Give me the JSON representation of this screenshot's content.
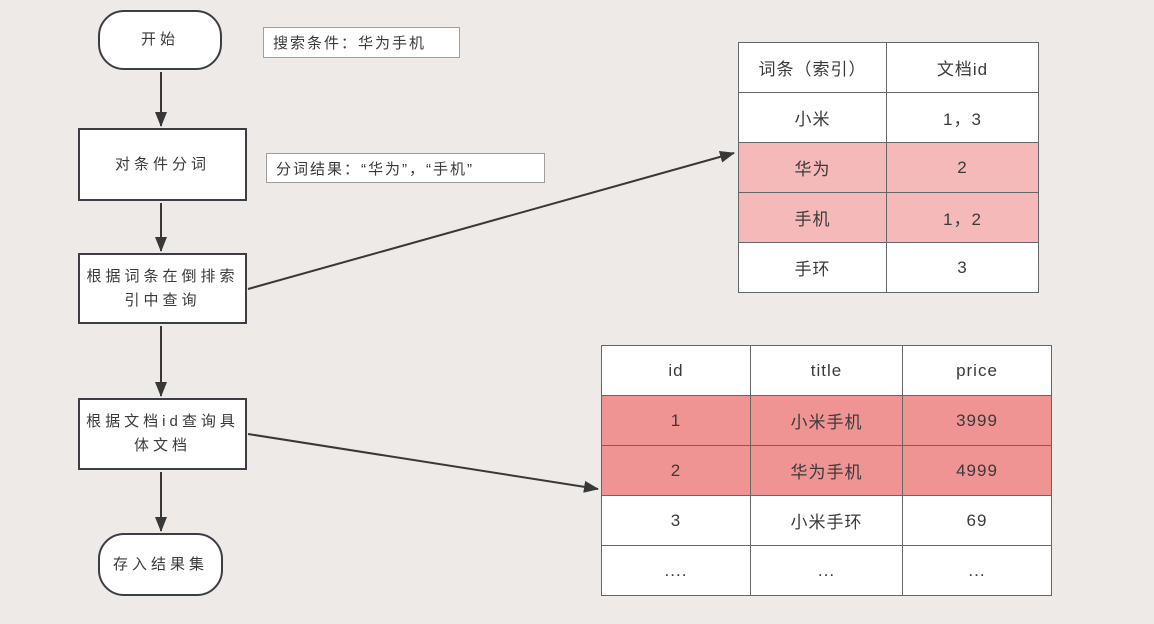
{
  "colors": {
    "bg": "#eeeae7",
    "node-fill": "#ffffff",
    "node-border": "#3d3d44",
    "label-border": "#9e9e9e",
    "table-border": "#666666",
    "text": "#3a3a3a",
    "arrow": "#383838",
    "pink": "#f5b9b9",
    "red": "#ef9393"
  },
  "flowchart": {
    "start": "开始",
    "step1": "对条件分词",
    "step2": "根据词条在倒排索引中查询",
    "step3": "根据文档id查询具体文档",
    "end": "存入结果集"
  },
  "annotations": {
    "search_condition": "搜索条件：华为手机",
    "segment_result": "分词结果：“华为”，“手机”"
  },
  "tables": {
    "inverted_index": {
      "headers": [
        "词条（索引）",
        "文档id"
      ],
      "rows": [
        {
          "cells": [
            "小米",
            "1，3"
          ],
          "highlight": ""
        },
        {
          "cells": [
            "华为",
            "2"
          ],
          "highlight": "pink"
        },
        {
          "cells": [
            "手机",
            "1，2"
          ],
          "highlight": "pink"
        },
        {
          "cells": [
            "手环",
            "3"
          ],
          "highlight": ""
        }
      ]
    },
    "documents": {
      "headers": [
        "id",
        "title",
        "price"
      ],
      "rows": [
        {
          "cells": [
            "1",
            "小米手机",
            "3999"
          ],
          "highlight": "red"
        },
        {
          "cells": [
            "2",
            "华为手机",
            "4999"
          ],
          "highlight": "red"
        },
        {
          "cells": [
            "3",
            "小米手环",
            "69"
          ],
          "highlight": ""
        },
        {
          "cells": [
            "....",
            "...",
            "..."
          ],
          "highlight": ""
        }
      ]
    }
  }
}
